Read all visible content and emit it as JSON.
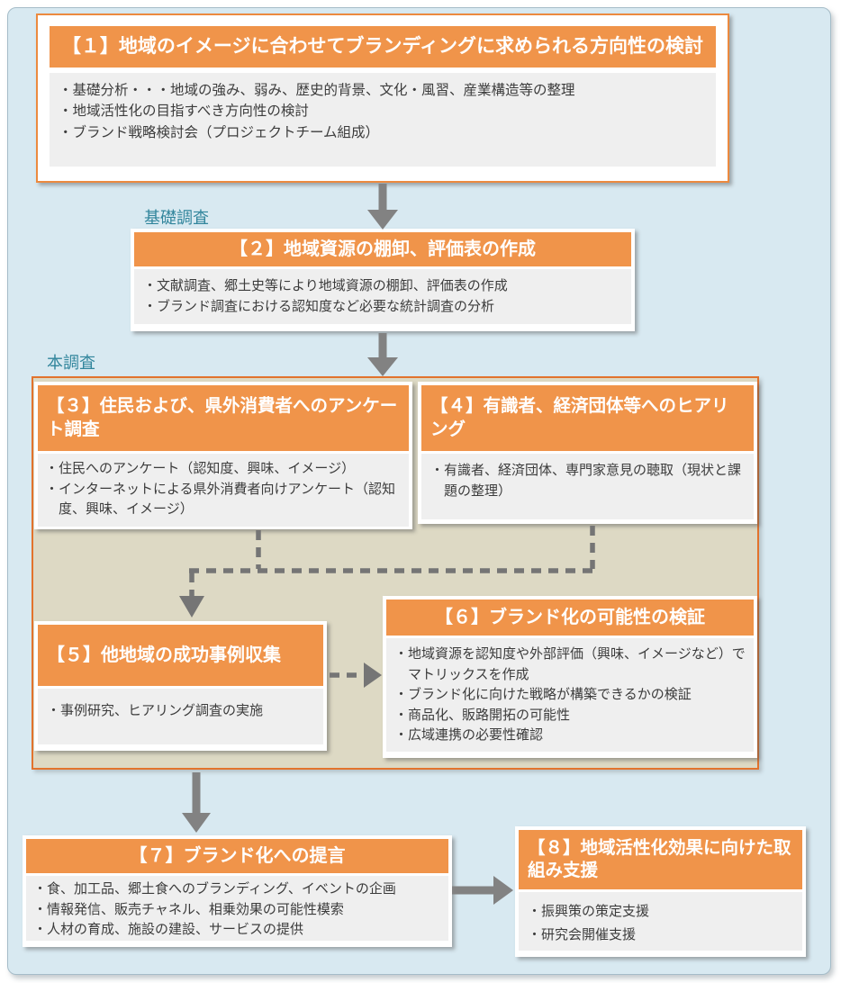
{
  "colors": {
    "accent_orange": "#f0944a",
    "panel_tan": "#ddd9c4",
    "panel_tan_border": "#e2732d",
    "page_blue": "#d8e9f1",
    "body_grey": "#efefef",
    "label_teal": "#31859c",
    "arrow_grey": "#828282"
  },
  "section_labels": {
    "basic_survey": "基礎調査",
    "main_survey": "本調査"
  },
  "steps": [
    {
      "title": "【１】地域のイメージに合わせてブランディングに求められる方向性の検討",
      "bullets": [
        "・基礎分析・・・地域の強み、弱み、歴史的背景、文化・風習、産業構造等の整理",
        "・地域活性化の目指すべき方向性の検討",
        "・ブランド戦略検討会（プロジェクトチーム組成）"
      ]
    },
    {
      "title": "【２】地域資源の棚卸、評価表の作成",
      "bullets": [
        "・文献調査、郷土史等により地域資源の棚卸、評価表の作成",
        "・ブランド調査における認知度など必要な統計調査の分析"
      ]
    },
    {
      "title": "【３】住民および、県外消費者へのアンケート調査",
      "bullets": [
        "・住民へのアンケート（認知度、興味、イメージ）",
        "・インターネットによる県外消費者向けアンケート（認知度、興味、イメージ）"
      ]
    },
    {
      "title": "【４】有識者、経済団体等へのヒアリング",
      "bullets": [
        "・有識者、経済団体、専門家意見の聴取（現状と課題の整理）"
      ]
    },
    {
      "title": "【５】他地域の成功事例収集",
      "bullets": [
        "・事例研究、ヒアリング調査の実施"
      ]
    },
    {
      "title": "【６】ブランド化の可能性の検証",
      "bullets": [
        "・地域資源を認知度や外部評価（興味、イメージなど）でマトリックスを作成",
        "・ブランド化に向けた戦略が構築できるかの検証",
        "・商品化、販路開拓の可能性",
        "・広域連携の必要性確認"
      ]
    },
    {
      "title": "【７】ブランド化への提言",
      "bullets": [
        "・食、加工品、郷土食へのブランディング、イベントの企画",
        "・情報発信、販売チャネル、相乗効果の可能性模索",
        "・人材の育成、施設の建設、サービスの提供"
      ]
    },
    {
      "title": "【８】地域活性化効果に向けた取組み支援",
      "bullets": [
        "・振興策の策定支援",
        "・研究会開催支援"
      ]
    }
  ]
}
